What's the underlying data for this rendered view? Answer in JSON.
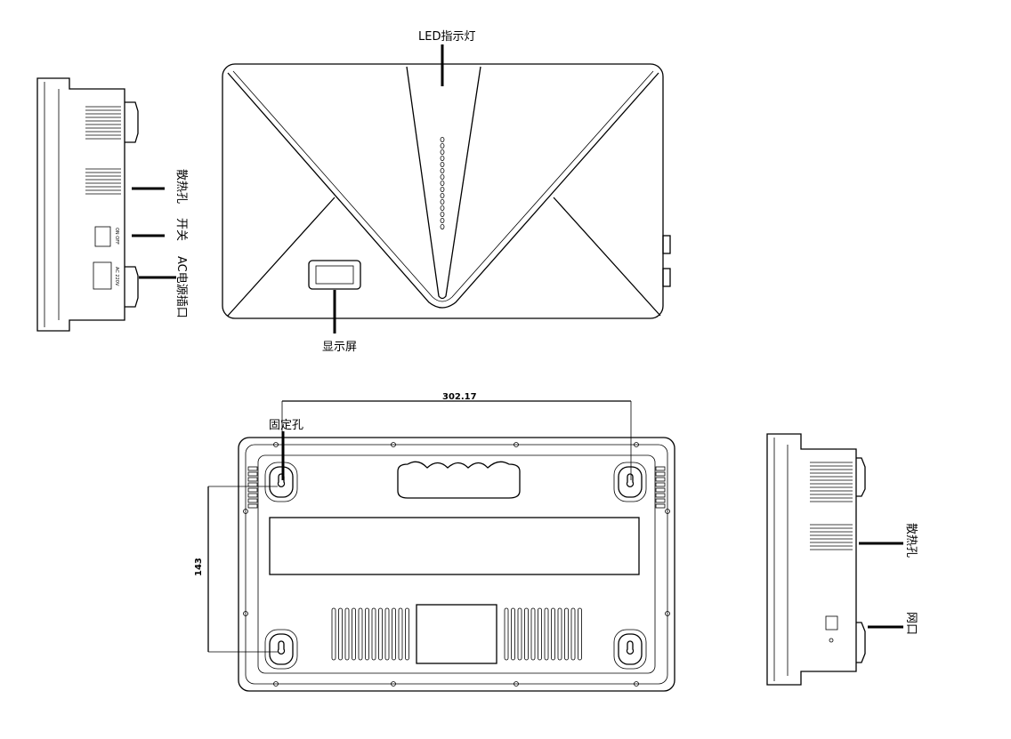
{
  "labels": {
    "led": "LED指示灯",
    "display": "显示屏",
    "vent_left": "散热孔",
    "switch": "开关",
    "ac_socket": "AC电源插口",
    "mount_hole": "固定孔",
    "vent_right": "散热孔",
    "network_port": "网口",
    "on_off": "ON OFF",
    "ac_tag": "AC 220V"
  },
  "dimensions": {
    "width": "302.17",
    "height": "143"
  }
}
